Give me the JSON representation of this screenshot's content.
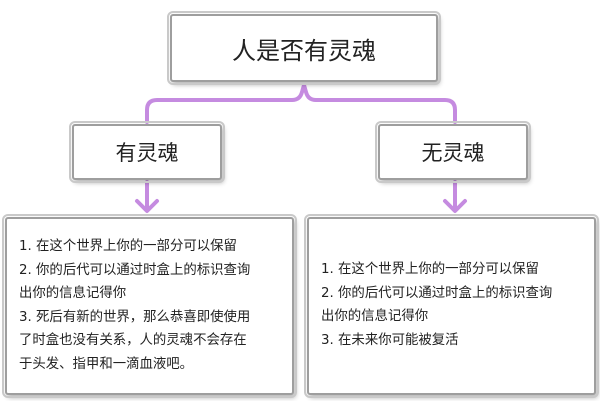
{
  "root": {
    "label": "人是否有灵魂"
  },
  "branches": [
    {
      "label": "有灵魂",
      "details": [
        "1. 在这个世界上你的一部分可以保留",
        "2. 你的后代可以通过时盒上的标识查询",
        "出你的信息记得你",
        "3. 死后有新的世界，那么恭喜即使使用",
        "了时盒也没有关系，人的灵魂不会存在",
        "于头发、指甲和一滴血液吧。"
      ]
    },
    {
      "label": "无灵魂",
      "details": [
        "1. 在这个世界上你的一部分可以保留",
        "2. 你的后代可以通过时盒上的标识查询",
        "出你的信息记得你",
        "3. 在未来你可能被复活"
      ]
    }
  ],
  "colors": {
    "connector": "#c58be0",
    "border": "#9e9e9e"
  }
}
